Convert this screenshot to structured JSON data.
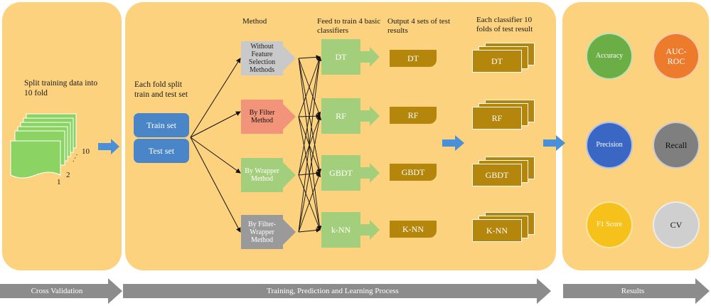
{
  "panels": {
    "cv": {
      "label": "Split training data into 10 fold",
      "fold_numbers": [
        "1",
        "2",
        "10"
      ],
      "dots": ". . ."
    },
    "main": {
      "fold_label": "Each fold split train and test set",
      "train_label": "Train set",
      "test_label": "Test set",
      "method_header": "Method",
      "feed_header": "Feed to train 4 basic classifiers",
      "output_header": "Output 4 sets of test results",
      "folds_header": "Each classifier 10 folds of test result"
    },
    "results": {}
  },
  "methods": [
    {
      "label": "Without Feature Selection Methods",
      "color": "#c9c9c9"
    },
    {
      "label": "By Filter Method",
      "color": "#f2947a"
    },
    {
      "label": "By Wrapper Method",
      "color": "#a3cf7d"
    },
    {
      "label": "By Filter-Wrapper Method",
      "color": "#9a9a9a"
    }
  ],
  "classifiers": [
    "DT",
    "RF",
    "GBDT",
    "k-NN"
  ],
  "outputs": [
    "DT",
    "RF",
    "GBDT",
    "K-NN"
  ],
  "folds": [
    "DT",
    "RF",
    "GBDT",
    "K-NN"
  ],
  "metrics": [
    {
      "label": "Accuracy",
      "color": "#6aae45"
    },
    {
      "label": "AUC-ROC",
      "color": "#ec7b2c"
    },
    {
      "label": "Precision",
      "color": "#3b67c4"
    },
    {
      "label": "Recall",
      "color": "#7f7f7f"
    },
    {
      "label": "F1 Score",
      "color": "#f6c11a"
    },
    {
      "label": "CV",
      "color": "#cfcfcf"
    }
  ],
  "stages": [
    "Cross Validation",
    "Training, Prediction and Learning Process",
    "Results"
  ],
  "colors": {
    "panel": "#fcd27f",
    "blue_arrow": "#4a90d9",
    "stage_arrow": "#8c8c8c",
    "train_test": "#4a86c7",
    "output": "#b5860c"
  }
}
